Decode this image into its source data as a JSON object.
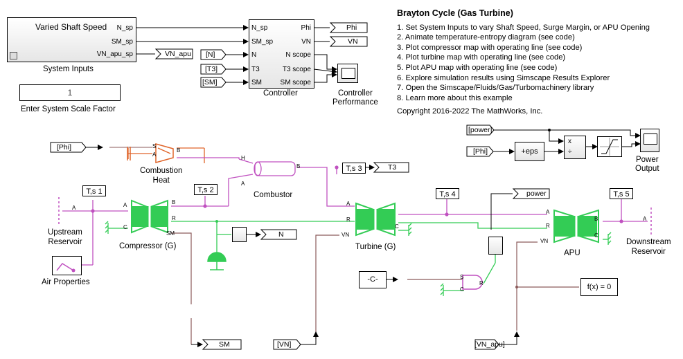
{
  "title": "Brayton Cycle (Gas Turbine)",
  "instructions": [
    "1. Set System Inputs to vary Shaft Speed, Surge Margin, or APU Opening",
    "2. Animate temperature-entropy diagram (see code)",
    "3. Plot compressor map with operating line (see code)",
    "4. Plot turbine map with operating line (see code)",
    "5. Plot APU map with operating line (see code)",
    "6. Explore simulation results using Simscape Results Explorer",
    "7. Open the Simscape/Fluids/Gas/Turbomachinery library",
    "8. Learn more about this example"
  ],
  "copyright": "Copyright 2016-2022 The MathWorks, Inc.",
  "system_inputs": {
    "inner_label": "Varied Shaft Speed",
    "ports": [
      "N_sp",
      "SM_sp",
      "VN_apu_sp"
    ],
    "caption": "System Inputs"
  },
  "scale_factor": {
    "value": "1",
    "caption": "Enter System Scale Factor"
  },
  "controller": {
    "in_ports": [
      "N_sp",
      "SM_sp",
      "N",
      "T3",
      "SM"
    ],
    "out_ports": [
      "Phi",
      "VN",
      "N scope",
      "T3 scope",
      "SM scope"
    ],
    "caption": "Controller"
  },
  "controller_perf": {
    "caption_line1": "Controller",
    "caption_line2": "Performance"
  },
  "tags": {
    "phi_out": "Phi",
    "vn_out": "VN",
    "vn_apu_out": "VN_apu",
    "n_in": "[N]",
    "t3_in": "[T3]",
    "sm_in": "[SM]",
    "phi_in": "[Phi]",
    "t3_goto": "T3",
    "n_goto": "N",
    "sm_goto": "SM",
    "vn_from": "[VN]",
    "vn_apu_from": "[VN_apu]",
    "power_goto": "power",
    "power_from": "[power]",
    "phi_from2": "[Phi]"
  },
  "components": {
    "combustion_heat_line1": "Combustion",
    "combustion_heat_line2": "Heat",
    "combustor": "Combustor",
    "upstream_line1": "Upstream",
    "upstream_line2": "Reservoir",
    "air_properties": "Air Properties",
    "compressor": "Compressor (G)",
    "turbine": "Turbine (G)",
    "apu": "APU",
    "downstream_line1": "Downstream",
    "downstream_line2": "Reservoir",
    "power_output_line1": "Power",
    "power_output_line2": "Output",
    "eps_block": "+eps",
    "const_block": "-C-",
    "solver": "f(x) = 0",
    "divide_x": "x",
    "divide_div": "÷"
  },
  "sensors": [
    "T,s 1",
    "T,s 2",
    "T,s 3",
    "T,s 4",
    "T,s 5"
  ],
  "port_labels": {
    "S": "S",
    "A": "A",
    "B": "B",
    "H": "H",
    "R": "R",
    "C": "C",
    "SM": "SM",
    "VN": "VN"
  },
  "colors": {
    "gas": "#c050c0",
    "mechanical": "#33cc55",
    "thermal": "#e0652a",
    "signal": "#000000",
    "signal_physical": "#8b5a5a"
  }
}
